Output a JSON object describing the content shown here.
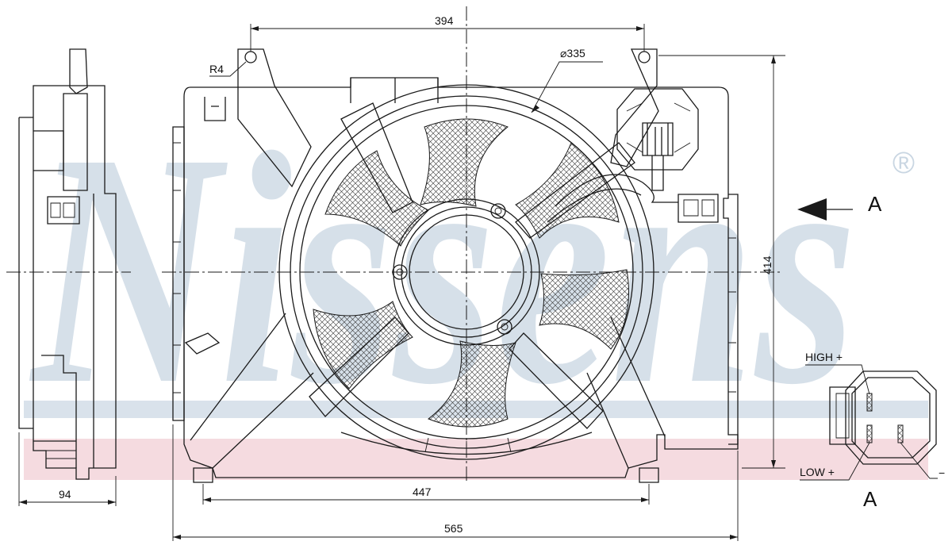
{
  "watermark": {
    "brand": "Nissens",
    "registered": "®"
  },
  "dimensions": {
    "mount_hole_span": "394",
    "fan_diameter": "⌀335",
    "corner_radius": "R4",
    "height": "414",
    "foot_span": "447",
    "overall_width": "565",
    "depth": "94"
  },
  "connector": {
    "view_arrow_label": "A",
    "view_label": "A",
    "pin_high": "HIGH +",
    "pin_low": "LOW +",
    "pin_ground": "−"
  },
  "colors": {
    "watermark_blue": "#c9d6e2",
    "watermark_pink": "#f2d2d8",
    "ink": "#1a1a1a"
  }
}
